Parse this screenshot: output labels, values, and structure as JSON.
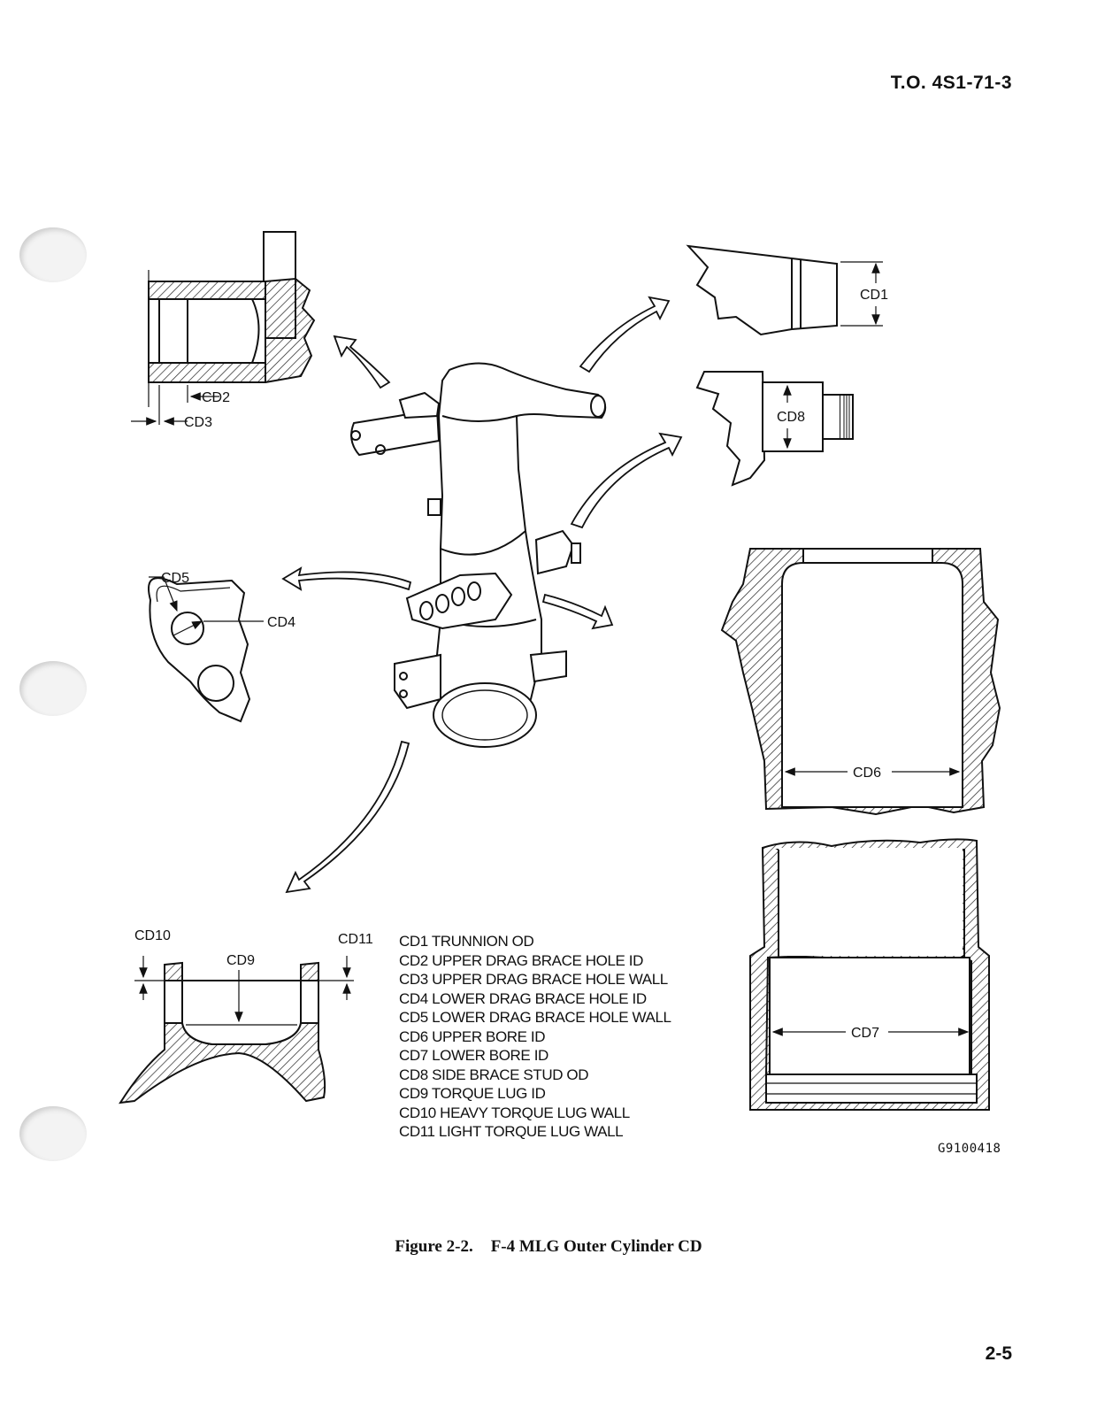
{
  "header": {
    "doc_number": "T.O. 4S1-71-3"
  },
  "footer": {
    "page_number": "2-5"
  },
  "figure": {
    "number": "Figure 2-2.",
    "title": "F-4 MLG Outer Cylinder CD",
    "drawing_id": "G9100418"
  },
  "callouts": {
    "cd1": "CD1",
    "cd2": "CD2",
    "cd3": "CD3",
    "cd4": "CD4",
    "cd5": "CD5",
    "cd6": "CD6",
    "cd7": "CD7",
    "cd8": "CD8",
    "cd9": "CD9",
    "cd10": "CD10",
    "cd11": "CD11"
  },
  "legend": [
    "CD1 TRUNNION OD",
    "CD2 UPPER DRAG BRACE HOLE ID",
    "CD3 UPPER DRAG BRACE HOLE WALL",
    "CD4 LOWER DRAG BRACE HOLE ID",
    "CD5 LOWER DRAG BRACE HOLE WALL",
    "CD6 UPPER BORE ID",
    "CD7 LOWER BORE ID",
    "CD8 SIDE BRACE STUD OD",
    "CD9 TORQUE LUG ID",
    "CD10 HEAVY TORQUE LUG WALL",
    "CD11 LIGHT TORQUE LUG WALL"
  ]
}
